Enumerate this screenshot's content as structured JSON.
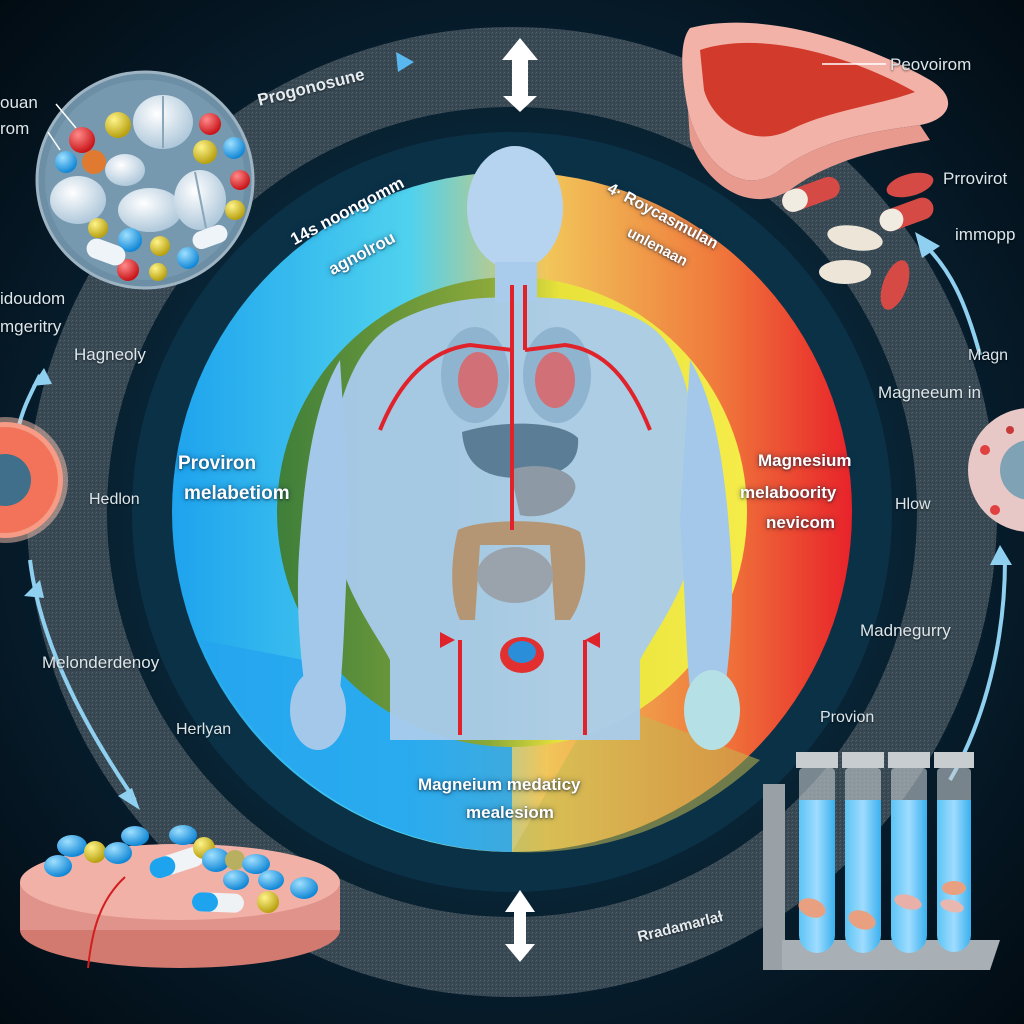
{
  "diagram": {
    "topic": "Proviron and magnesium metabolism in the human body",
    "palette": {
      "background": "#061a28",
      "outer_ring": "#3a4a55",
      "inner_ring_left": "#1ea7f0",
      "inner_ring_right": "#e8242a",
      "inner_disc_left": "#4e8a3a",
      "inner_disc_right": "#f2e83a",
      "arrow": "#8fd0f0",
      "body": "#a9cdec",
      "vessel": "#e0232a"
    },
    "icons": {
      "top_arrow": "double-arrow-vertical",
      "bottom_arrow": "double-arrow-vertical",
      "pills_magnifier": "pill-bowl",
      "tissue_top_right": "tissue-cross-section",
      "capsules": "capsules",
      "tissue_left": "cell-ring",
      "tissue_right": "cell-ring",
      "pill_plate": "pill-plate",
      "test_tubes": "test-tube-rack"
    },
    "labels": {
      "top_left_1": "ouan",
      "top_left_2": "rom",
      "arc_top": "Progonosune",
      "top_right_callout": "Peovoirom",
      "right_upper_1": "Prrovirot",
      "right_upper_2": "immopp",
      "inner_top_left_1": "14s noongomm",
      "inner_top_left_2": "agnolrou",
      "inner_top_right_1": "4· Roycasmulan",
      "inner_top_right_2": "unlenaan",
      "left_upper_1": "idoudom",
      "left_upper_2": "mgeritry",
      "left_upper_3": "Hagneoly",
      "right_mid_1": "Magn",
      "right_mid_2": "Magneeum in",
      "inner_left_1": "Proviron",
      "inner_left_2": "melabetiom",
      "inner_right_1": "Magnesium",
      "inner_right_2": "melaboority",
      "inner_right_3": "nevicom",
      "left_mid": "Hedlon",
      "right_mid_3": "Hlow",
      "left_lower": "Melonderdenoy",
      "right_lower": "Madnegurry",
      "left_bottom": "Herlyan",
      "right_bottom": "Provion",
      "inner_bottom_1": "Magneium medaticy",
      "inner_bottom_2": "mealesiom",
      "arc_bottom_right": "Rradamarlaɫ"
    }
  }
}
